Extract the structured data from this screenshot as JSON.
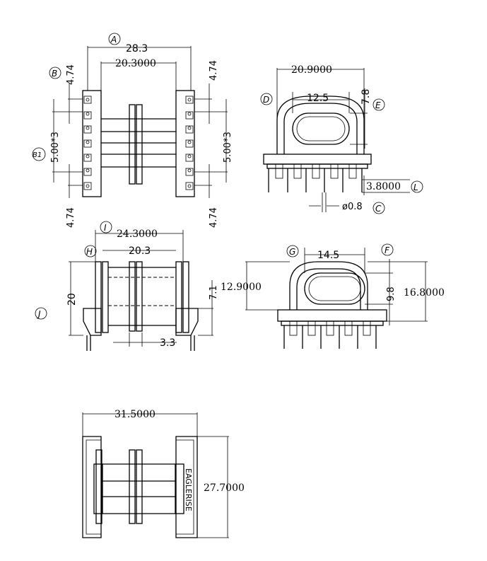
{
  "labels": {
    "A": "A",
    "B": "B",
    "B1": "B1",
    "C": "C",
    "D": "D",
    "E": "E",
    "F": "F",
    "G": "G",
    "H": "H",
    "I": "I",
    "J": "J",
    "L": "L"
  },
  "dimensions": {
    "top_width": "28.3",
    "top_inner": "20.3000",
    "top_left_edge": "4.74",
    "top_right_edge": "4.74",
    "top_left_pitch": "5.00*3",
    "top_right_pitch": "5.00*3",
    "top_left_bottom": "4.74",
    "top_right_bottom": "4.74",
    "front_width": "20.9000",
    "front_inner": "12.5",
    "front_height": "7.8",
    "front_pin_len": "3.8000",
    "front_pin_dia": "ø0.8",
    "side_overall": "24.3000",
    "side_inner": "20.3",
    "side_height": "20",
    "side_flange": "7.1",
    "side_gap": "3.3",
    "end_inner": "14.5",
    "end_left_h": "12.9000",
    "end_win_h": "9.8",
    "end_right_h": "16.8000",
    "bottom_width": "31.5000",
    "bottom_height": "27.7000"
  },
  "brand": "EAGLERISE"
}
